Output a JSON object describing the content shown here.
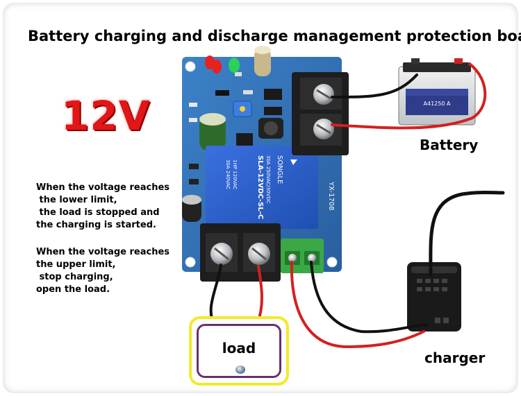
{
  "title": "Battery charging and discharge management protection board",
  "voltage_label": "12V",
  "notes": {
    "lower_limit": "When the voltage reaches\n the lower limit,\n the load is stopped and\nthe charging is started.",
    "upper_limit": "When the voltage reaches\nthe upper limit,\n stop charging,\nopen the load."
  },
  "labels": {
    "battery": "Battery",
    "charger": "charger",
    "load": "load"
  },
  "relay": {
    "brand": "SONGLE",
    "model": "SLA-12VDC-SL-C",
    "rating_1": "30A 250VAC/30VDC",
    "rating_2": "1HP 120VAC",
    "rating_3": "30A 240VAC"
  },
  "board": {
    "model": "YX-1708"
  },
  "battery_graphic": {
    "model": "A41250 A"
  },
  "colors": {
    "pcb": "#2f6fb5",
    "relay": "#2a5cc7",
    "terminal": "#1e1e1e",
    "green_terminal": "#3aa845",
    "wire_red": "#d42020",
    "wire_black": "#111111",
    "voltage_text": "#e11616",
    "load_border_outer": "#f2ea2a",
    "load_border_inner": "#6b2e6e"
  }
}
